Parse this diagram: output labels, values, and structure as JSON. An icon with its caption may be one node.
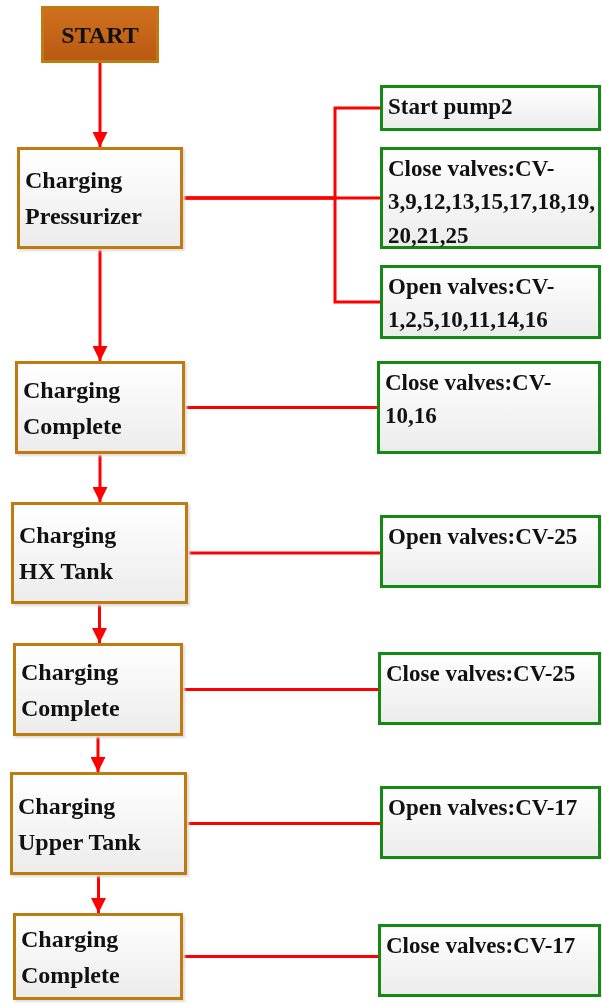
{
  "diagram": {
    "nodes": [
      {
        "text": [
          "START"
        ]
      },
      {
        "text": [
          "Charging Pressurizer"
        ]
      },
      {
        "text": [
          "Start pump2"
        ]
      },
      {
        "text": [
          "Close valves:CV-3,9,12,13,15,17,18,19,20,21,25"
        ]
      },
      {
        "text": [
          "Open valves:CV-1,2,5,10,11,14,16"
        ]
      },
      {
        "text": [
          "Charging Complete"
        ]
      },
      {
        "text": [
          "Close valves:CV-10,16"
        ]
      },
      {
        "text": [
          "Charging HX Tank"
        ]
      },
      {
        "text": [
          "Open valves:CV-25"
        ]
      },
      {
        "text": [
          "Charging Complete"
        ]
      },
      {
        "text": [
          "Close valves:CV-25"
        ]
      },
      {
        "text": [
          "Charging Upper Tank"
        ]
      },
      {
        "text": [
          "Open valves:CV-17"
        ]
      },
      {
        "text": [
          "Charging Complete"
        ]
      },
      {
        "text": [
          "Close valves:CV-17"
        ]
      }
    ],
    "edges": [
      {
        "from": 0,
        "to": 1,
        "arrow": "to"
      },
      {
        "from": 1,
        "to": 2,
        "arrow": "none"
      },
      {
        "from": 1,
        "to": 3,
        "arrow": "none"
      },
      {
        "from": 1,
        "to": 4,
        "arrow": "none"
      },
      {
        "from": 1,
        "to": 5,
        "arrow": "to"
      },
      {
        "from": 5,
        "to": 6,
        "arrow": "none"
      },
      {
        "from": 5,
        "to": 7,
        "arrow": "to"
      },
      {
        "from": 7,
        "to": 8,
        "arrow": "none"
      },
      {
        "from": 7,
        "to": 9,
        "arrow": "to"
      },
      {
        "from": 9,
        "to": 10,
        "arrow": "none"
      },
      {
        "from": 9,
        "to": 11,
        "arrow": "to"
      },
      {
        "from": 11,
        "to": 12,
        "arrow": "none"
      },
      {
        "from": 11,
        "to": 13,
        "arrow": "to"
      },
      {
        "from": 13,
        "to": 14,
        "arrow": "none"
      }
    ]
  }
}
